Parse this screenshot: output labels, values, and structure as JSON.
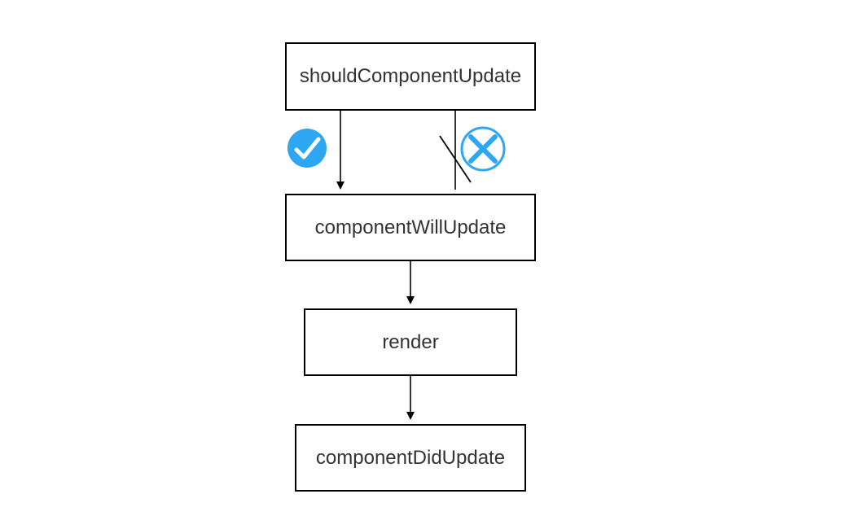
{
  "diagram": {
    "nodes": [
      {
        "id": "should",
        "label": "shouldComponentUpdate"
      },
      {
        "id": "will",
        "label": "componentWillUpdate"
      },
      {
        "id": "render",
        "label": "render"
      },
      {
        "id": "did",
        "label": "componentDidUpdate"
      }
    ],
    "edges": [
      {
        "from": "shouldComponentUpdate",
        "to": "componentWillUpdate",
        "condition": "true",
        "marker": "check-circle-icon"
      },
      {
        "from": "shouldComponentUpdate",
        "to": "componentWillUpdate",
        "condition": "false",
        "blocked": true,
        "marker": "x-circle-icon"
      },
      {
        "from": "componentWillUpdate",
        "to": "render"
      },
      {
        "from": "render",
        "to": "componentDidUpdate"
      }
    ]
  },
  "colors": {
    "accent": "#2ea7f2",
    "stroke": "#000000",
    "text": "#333333"
  }
}
